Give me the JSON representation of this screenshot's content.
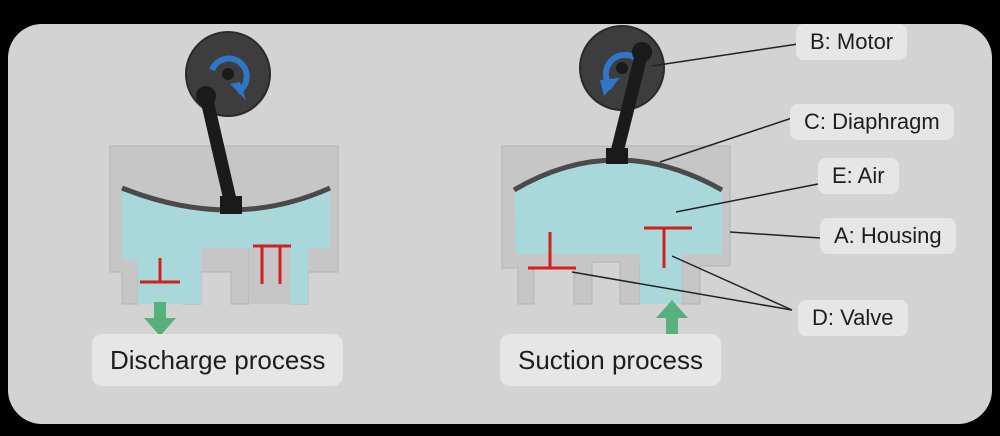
{
  "processes": {
    "discharge": "Discharge process",
    "suction": "Suction process"
  },
  "labels": {
    "motor": "B: Motor",
    "diaphragm": "C: Diaphragm",
    "air": "E: Air",
    "housing": "A: Housing",
    "valve": "D: Valve"
  },
  "colors": {
    "fluid": "#a9d8da",
    "housing": "#c6c6c6",
    "valve": "#d0211e",
    "arrow": "#58b07c",
    "motor": "#3d3d3d",
    "rotation": "#2f76c9"
  }
}
